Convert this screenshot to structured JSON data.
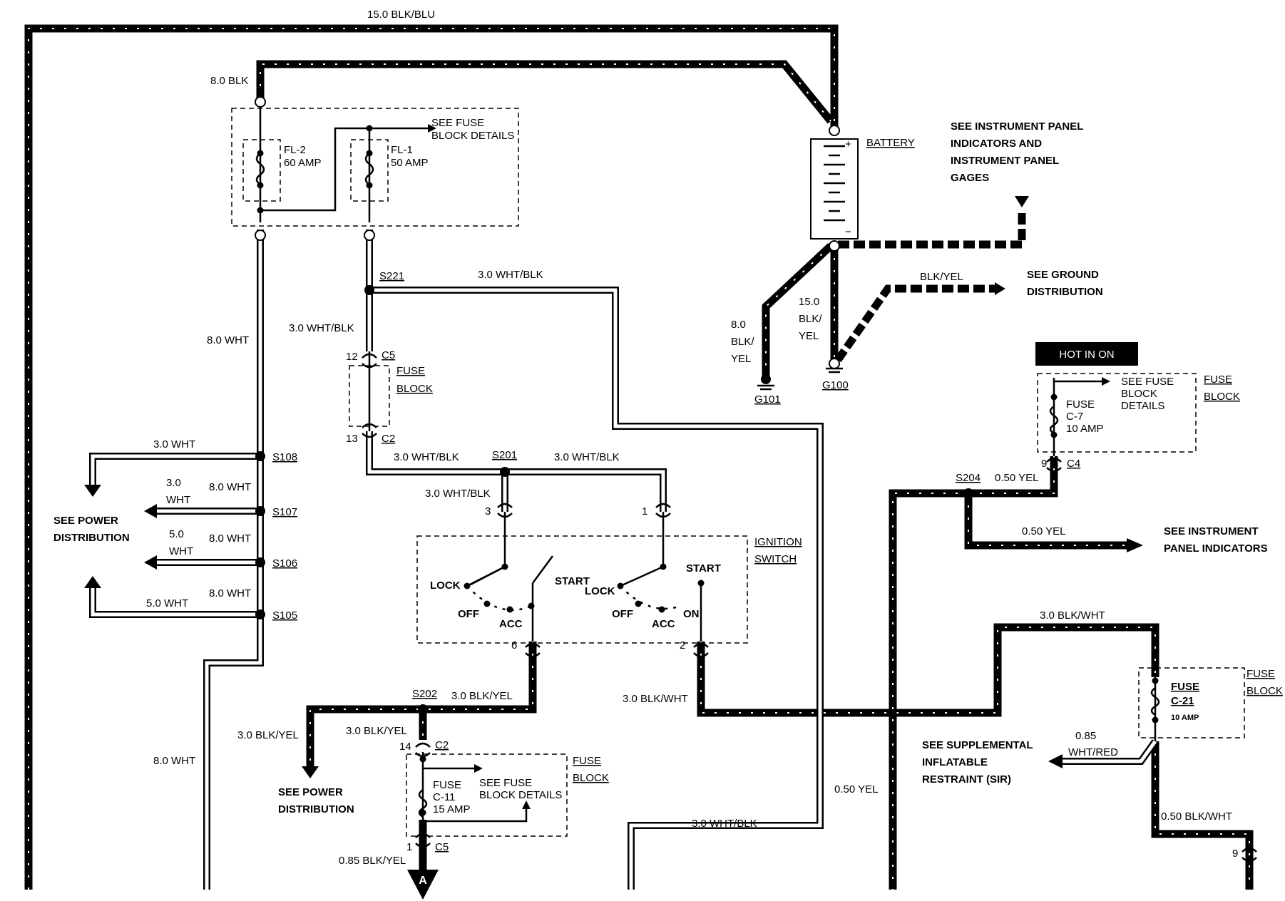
{
  "wires": {
    "main_feed": "15.0 BLK/BLU",
    "fusible_feed": "8.0 BLK",
    "left_trunk": "8.0 WHT",
    "left_bottom": "8.0 WHT",
    "s221_top": "3.0 WHT/BLK",
    "s221_down": "3.0 WHT/BLK",
    "s201_left": "3.0 WHT/BLK",
    "s201_right": "3.0 WHT/BLK",
    "s201_down": "3.0 WHT/BLK",
    "s108_branch": "3.0 WHT",
    "s107_branch_a": "3.0",
    "s107_branch_b": "WHT",
    "s107_trunk": "8.0 WHT",
    "s106_branch_a": "5.0",
    "s106_branch_b": "WHT",
    "s106_trunk": "8.0 WHT",
    "s105_branch": "5.0 WHT",
    "s105_trunk": "8.0 WHT",
    "g101_a": "8.0",
    "g101_b": "BLK/",
    "g101_c": "YEL",
    "g100_a": "15.0",
    "g100_b": "BLK/",
    "g100_c": "YEL",
    "ground_blkyel": "BLK/YEL",
    "s202_right": "3.0 BLK/YEL",
    "s202_left": "3.0 BLK/YEL",
    "s202_down": "3.0 BLK/YEL",
    "c5_bottom": "0.85 BLK/YEL",
    "ign_out": "3.0 BLK/WHT",
    "to_fuse_c21": "3.0 BLK/WHT",
    "bottom_whtblk": "3.0 WHT/BLK",
    "s204_right": "0.50 YEL",
    "s204_down": "0.50 YEL",
    "yel_vertical": "0.50 YEL",
    "sir_a": "0.85",
    "sir_b": "WHT/RED",
    "c21_bottom": "0.50 BLK/WHT"
  },
  "components": {
    "fl2_name": "FL-2",
    "fl2_rating": "60 AMP",
    "fl1_name": "FL-1",
    "fl1_rating": "50 AMP",
    "see_fuse_1": "SEE FUSE",
    "see_fuse_2": "BLOCK DETAILS",
    "battery": "BATTERY",
    "battery_plus": "+",
    "battery_minus": "−",
    "fuse_block_a": "FUSE",
    "fuse_block_b": "BLOCK",
    "ignition_a": "IGNITION",
    "ignition_b": "SWITCH",
    "hot_in_on": "HOT IN ON",
    "c7_name": "FUSE",
    "c7_id": "C-7",
    "c7_rating": "10 AMP",
    "c7_see_a": "SEE FUSE",
    "c7_see_b": "BLOCK",
    "c7_see_c": "DETAILS",
    "c11_name": "FUSE",
    "c11_id": "C-11",
    "c11_rating": "15 AMP",
    "c11_see_a": "SEE FUSE",
    "c11_see_b": "BLOCK DETAILS",
    "c21_name": "FUSE",
    "c21_id": "C-21",
    "c21_rating": "10 AMP"
  },
  "splices": {
    "s221": "S221",
    "s201": "S201",
    "s202": "S202",
    "s204": "S204",
    "s108": "S108",
    "s107": "S107",
    "s106": "S106",
    "s105": "S105"
  },
  "grounds": {
    "g101": "G101",
    "g100": "G100"
  },
  "connectors": {
    "c5_top": "C5",
    "c5_top_pin": "12",
    "c2_top": "C2",
    "c2_top_pin": "13",
    "sw_left_pin": "3",
    "sw_right_pin": "1",
    "sw_out_left_pin": "6",
    "sw_out_right_pin": "2",
    "c2_lower": "C2",
    "c2_lower_pin": "14",
    "c5_lower": "C5",
    "c5_lower_pin": "1",
    "c4": "C4",
    "c4_pin": "9",
    "c21_out_pin": "9"
  },
  "switch_positions": {
    "lock_1": "LOCK",
    "off_1": "OFF",
    "acc_1": "ACC",
    "start_1": "START",
    "lock_2": "LOCK",
    "off_2": "OFF",
    "acc_2": "ACC",
    "on_2": "ON",
    "start_2": "START"
  },
  "references": {
    "ip_indicators_1": "SEE INSTRUMENT PANEL",
    "ip_indicators_2": "INDICATORS  AND",
    "ip_indicators_3": "INSTRUMENT PANEL",
    "ip_indicators_4": "GAGES",
    "ground_dist_1": "SEE GROUND",
    "ground_dist_2": "DISTRIBUTION",
    "power_dist_left_1": "SEE POWER",
    "power_dist_left_2": "DISTRIBUTION",
    "power_dist_bottom_1": "SEE POWER",
    "power_dist_bottom_2": "DISTRIBUTION",
    "ip_ind_right_1": "SEE INSTRUMENT",
    "ip_ind_right_2": "PANEL INDICATORS",
    "sir_1": "SEE SUPPLEMENTAL",
    "sir_2": "INFLATABLE",
    "sir_3": "RESTRAINT (SIR)",
    "connector_a": "A"
  }
}
